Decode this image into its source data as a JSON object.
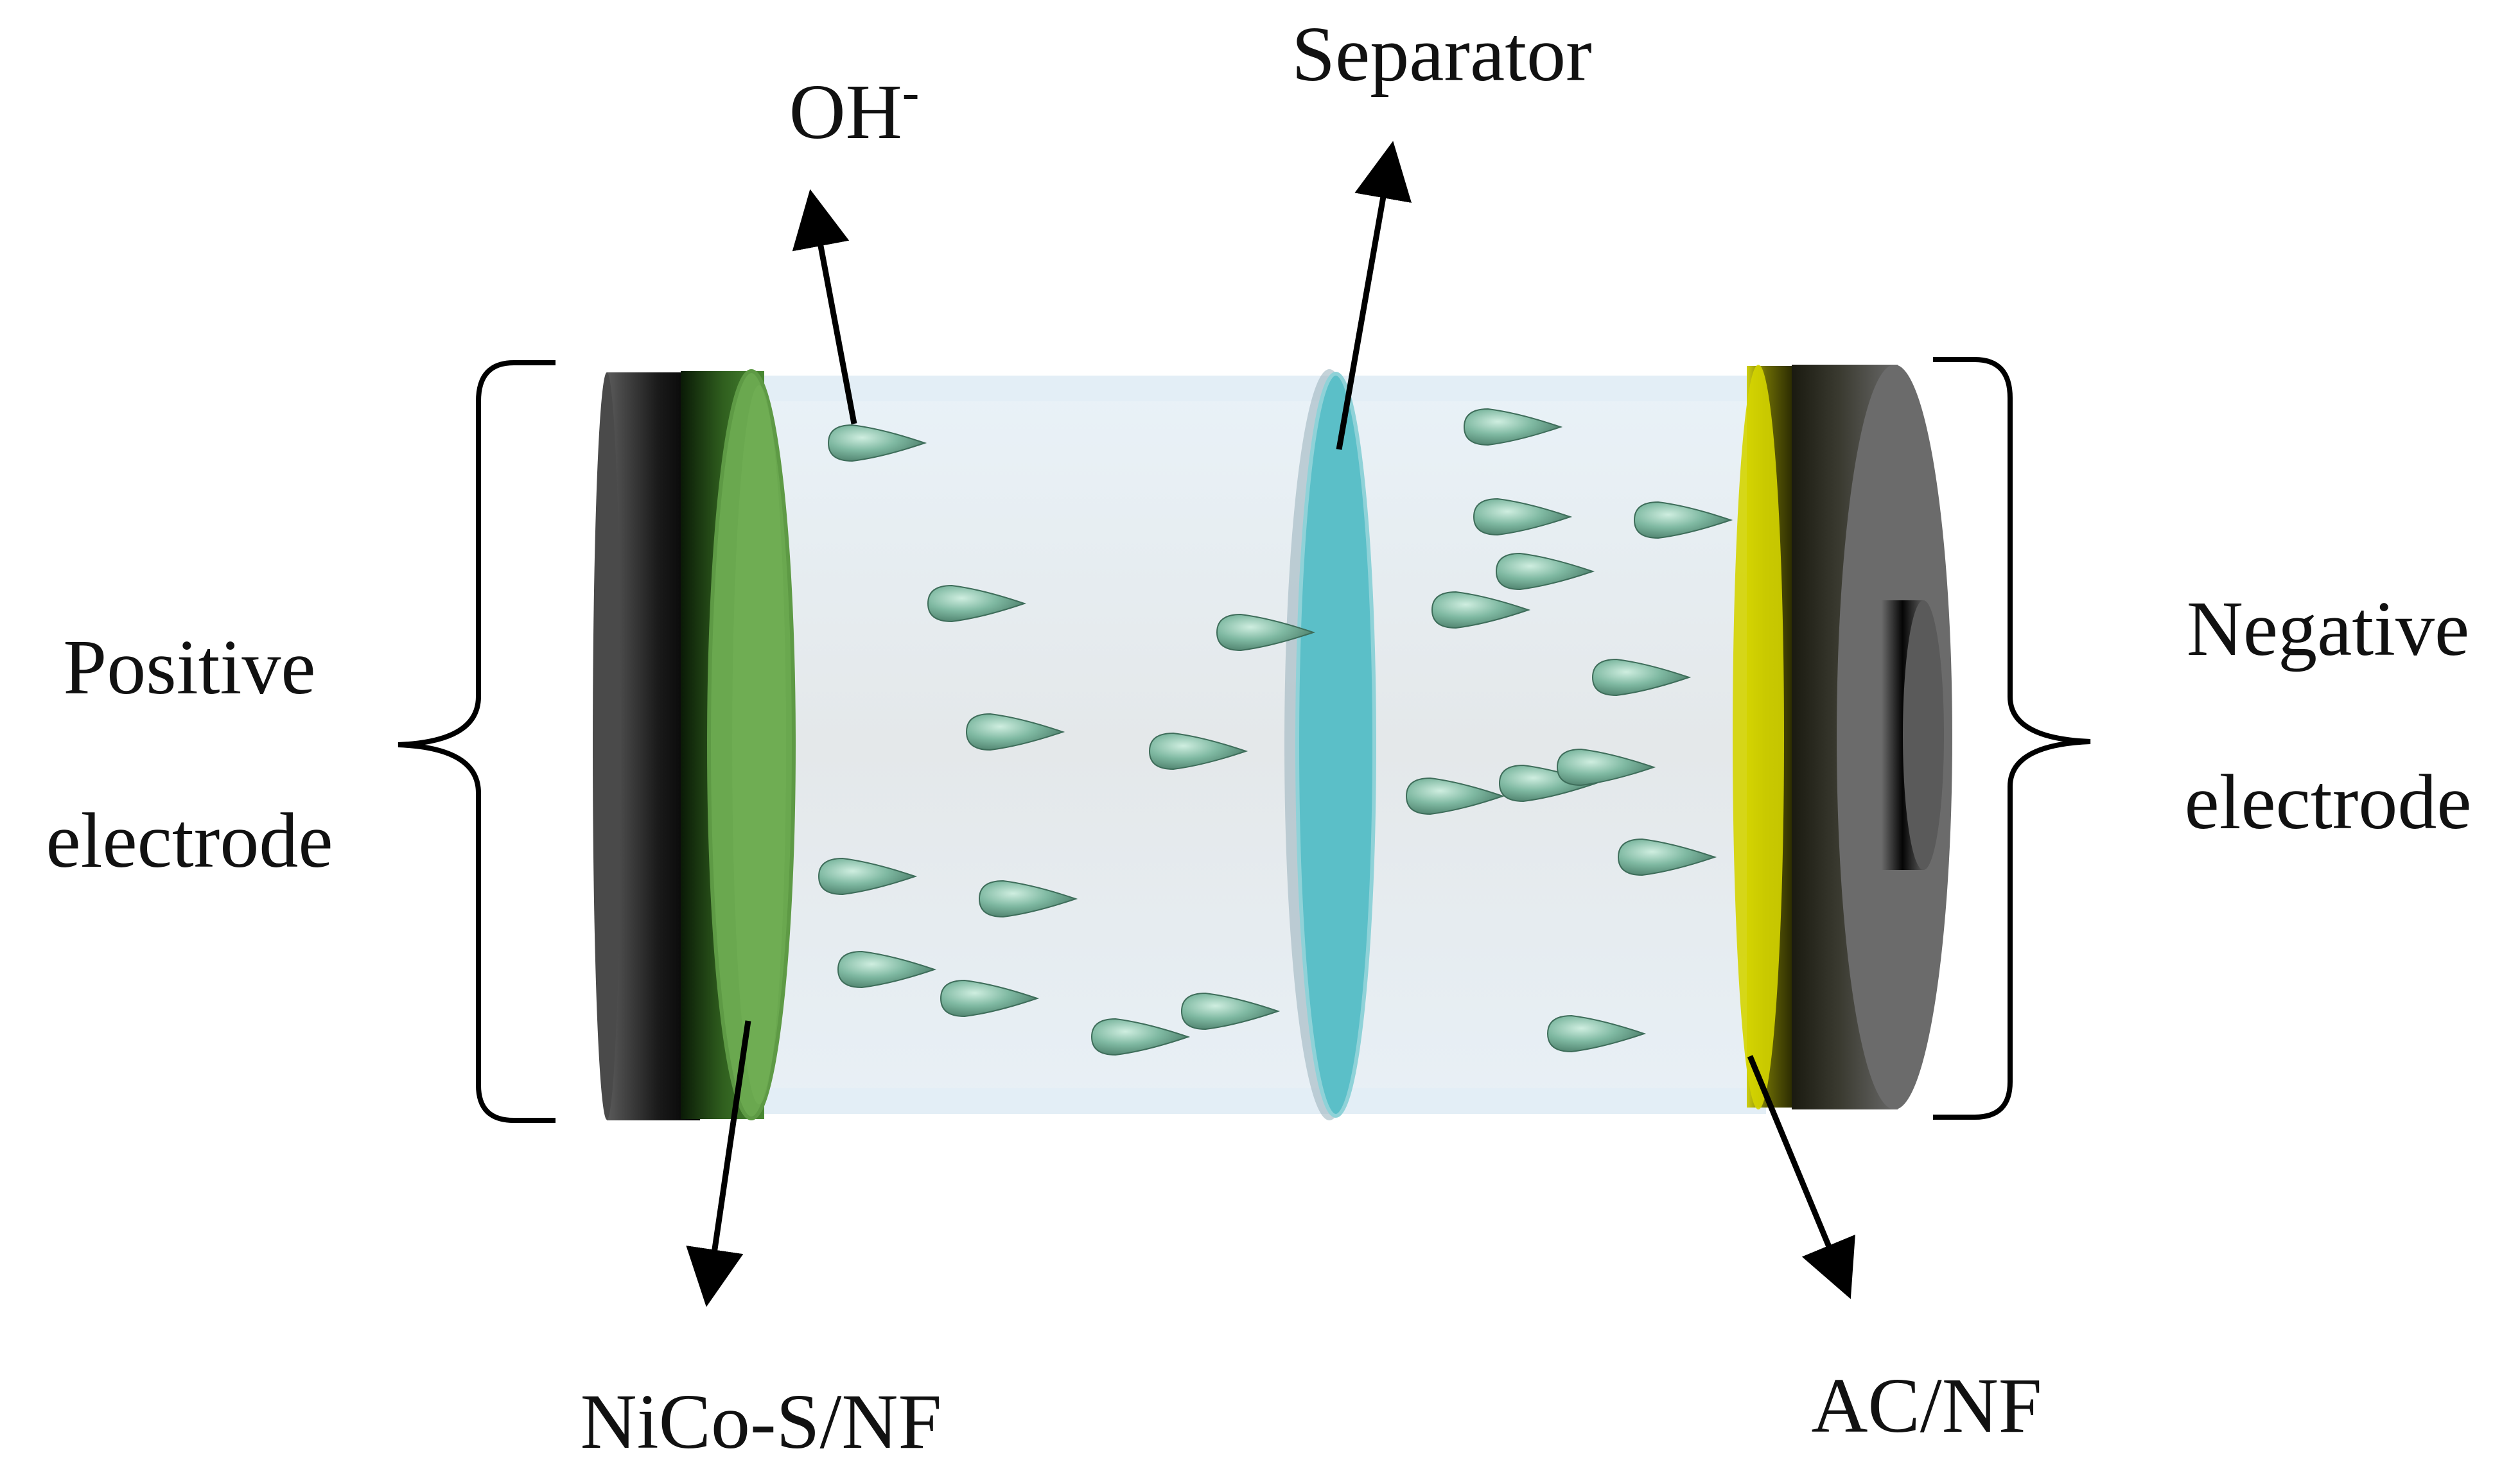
{
  "labels": {
    "separator": "Separator",
    "hydroxide": "OH",
    "hydroxide_charge": "-",
    "positive_line1": "Positive",
    "positive_line2": "electrode",
    "negative_line1": "Negative",
    "negative_line2": "electrode",
    "positive_material": "NiCo-S/NF",
    "negative_material": "AC/NF"
  },
  "colors": {
    "positive_electrode": "#6aa84f",
    "negative_electrode": "#d4d400",
    "separator": "#5bbfc8",
    "electrolyte": "#eaf1f6",
    "ion": "#4f8f7a",
    "casing": "#3a3a3a",
    "arrow": "#000000"
  },
  "icons": {
    "ion": "teardrop-ion-icon",
    "arrow": "arrow-icon",
    "bracket": "curly-bracket-icon"
  }
}
